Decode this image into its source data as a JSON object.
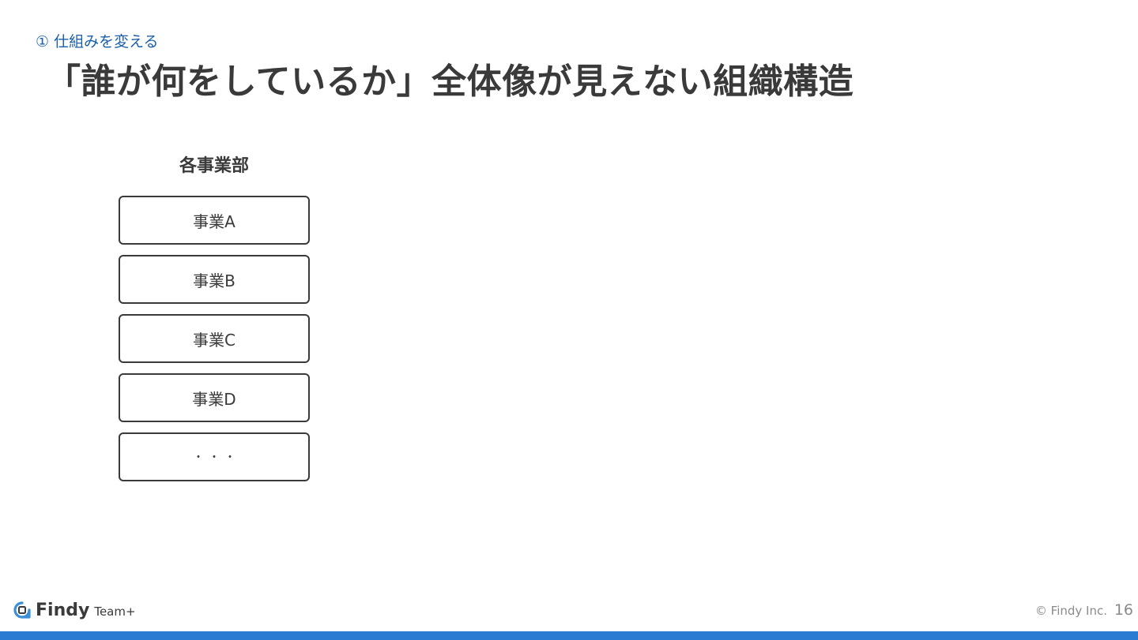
{
  "header": {
    "section_label": "① 仕組みを変える",
    "title": "「誰が何をしているか」全体像が見えない組織構造"
  },
  "diagram": {
    "heading": "各事業部",
    "units": [
      {
        "label": "事業A"
      },
      {
        "label": "事業B"
      },
      {
        "label": "事業C"
      },
      {
        "label": "事業D"
      },
      {
        "label": "・・・"
      }
    ]
  },
  "footer": {
    "logo_brand": "Findy",
    "logo_product": "Team+",
    "logo_icon": "findy-logo-icon",
    "copyright": "© Findy Inc.",
    "page_number": "16"
  },
  "colors": {
    "accent": "#1a5fa8",
    "text": "#3a3a3a",
    "bar": "#2a7bd1",
    "logo": "#3a8fd6"
  }
}
